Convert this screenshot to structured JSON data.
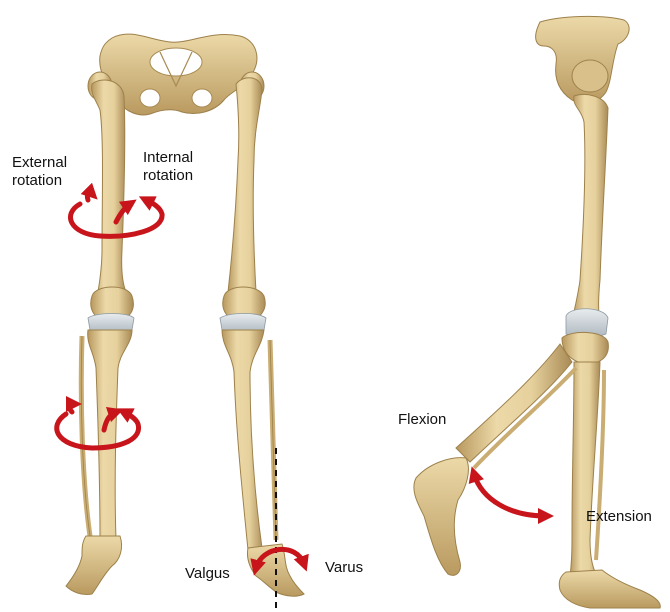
{
  "labels": {
    "external_rotation_1": "External",
    "external_rotation_2": "rotation",
    "internal_rotation_1": "Internal",
    "internal_rotation_2": "rotation",
    "valgus": "Valgus",
    "varus": "Varus",
    "flexion": "Flexion",
    "extension": "Extension"
  },
  "colors": {
    "bone": "#e4cf9c",
    "bone_shade": "#c9ad72",
    "bone_dark": "#a88a52",
    "cartilage": "#cfd6dc",
    "arrow": "#c8151b",
    "axis_line": "#111111"
  }
}
